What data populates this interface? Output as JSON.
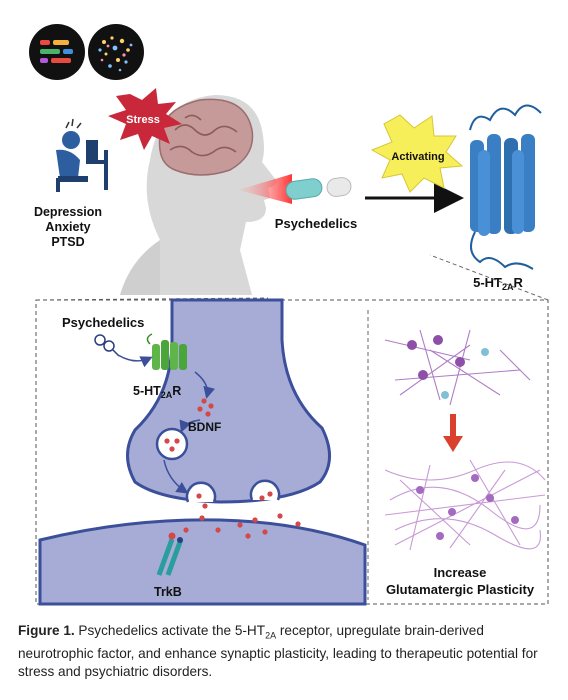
{
  "labels": {
    "stress": "Stress",
    "conditions": [
      "Depression",
      "Anxiety",
      "PTSD"
    ],
    "psychedelics_top": "Psychedelics",
    "activating": "Activating",
    "receptor_top": "5-HT",
    "receptor_top_sub": "2A",
    "receptor_top_tail": "R",
    "psychedelics_inset": "Psychedelics",
    "receptor_inset": "5-HT",
    "receptor_inset_sub": "2A",
    "receptor_inset_tail": "R",
    "bdnf": "BDNF",
    "trkb": "TrkB",
    "increase_line1": "Increase",
    "increase_line2": "Glutamatergic Plasticity"
  },
  "caption": {
    "figure_label": "Figure 1.",
    "text_a": " Psychedelics activate the 5-HT",
    "text_sub": "2A",
    "text_b": " receptor, upregulate brain-derived neurotrophic factor, and enhance synaptic plasticity, leading to therapeutic potential for stress and psychiatric disorders."
  },
  "colors": {
    "receptor_blue": "#3a7fc4",
    "neuron_fill": "#a6acd6",
    "stress_red": "#c8283a",
    "activating_yellow": "#f7ef5a",
    "neuron_purple": "#b07cc6",
    "arrow_red": "#d9402e"
  }
}
